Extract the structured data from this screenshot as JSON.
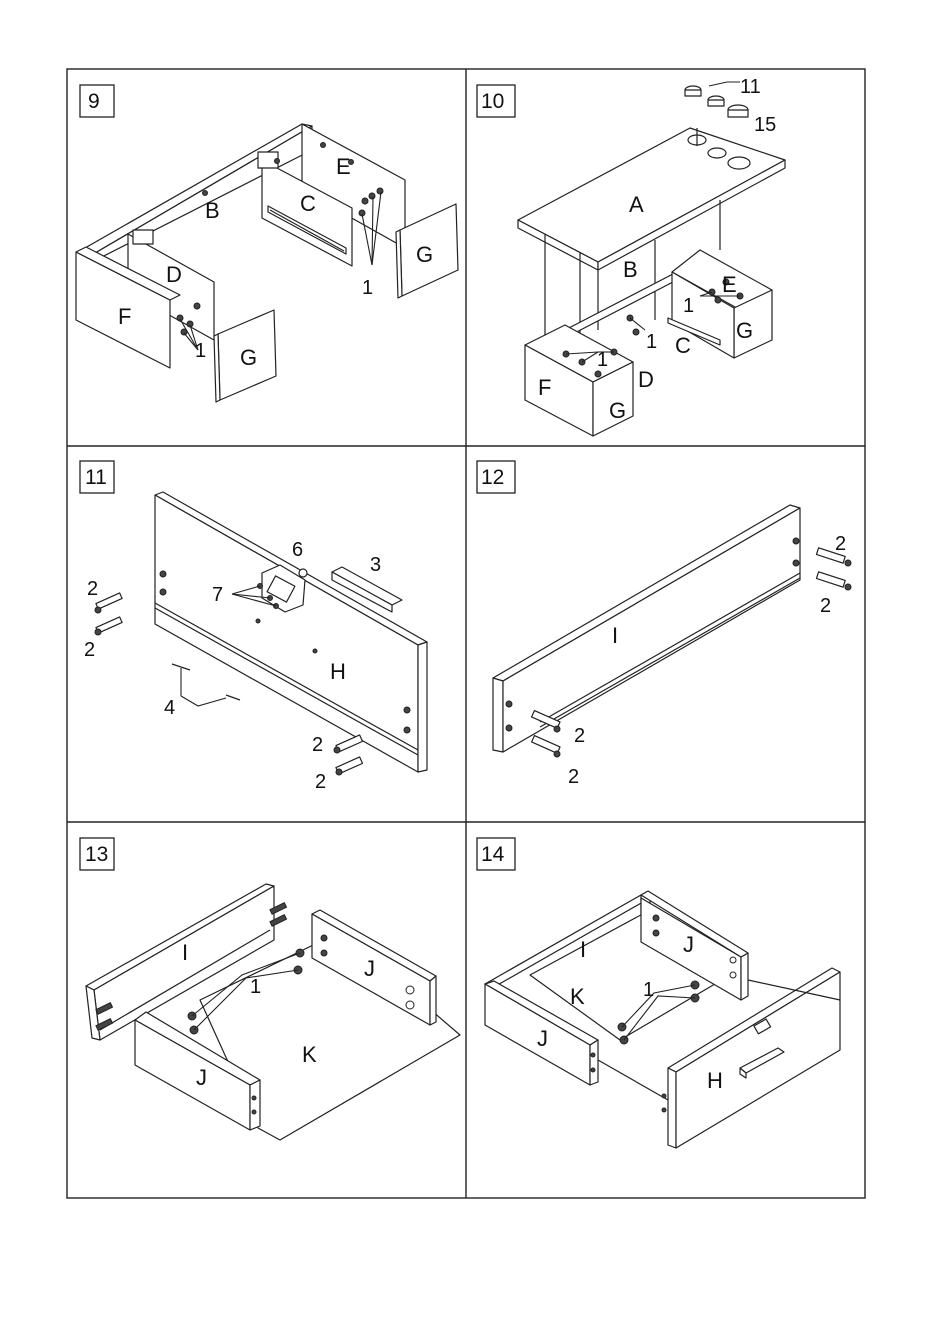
{
  "panels": [
    {
      "step": "9",
      "labels": {
        "e": "E",
        "b": "B",
        "c": "C",
        "d": "D",
        "f": "F",
        "g1": "G",
        "g2": "G",
        "n1a": "1",
        "n1b": "1"
      }
    },
    {
      "step": "10",
      "labels": {
        "n11": "11",
        "n15": "15",
        "a": "A",
        "b": "B",
        "e": "E",
        "n1a": "1",
        "n1b": "1",
        "n1c": "1",
        "g1": "G",
        "c": "C",
        "d": "D",
        "f": "F",
        "g2": "G"
      }
    },
    {
      "step": "11",
      "labels": {
        "n6": "6",
        "n3": "3",
        "n7": "7",
        "n2a": "2",
        "n2b": "2",
        "n2c": "2",
        "n2d": "2",
        "n4": "4",
        "h": "H"
      }
    },
    {
      "step": "12",
      "labels": {
        "i": "I",
        "n2a": "2",
        "n2b": "2",
        "n2c": "2",
        "n2d": "2"
      }
    },
    {
      "step": "13",
      "labels": {
        "i": "I",
        "j1": "J",
        "j2": "J",
        "n1": "1",
        "k": "K"
      }
    },
    {
      "step": "14",
      "labels": {
        "i": "I",
        "j1": "J",
        "j2": "J",
        "k": "K",
        "n1": "1",
        "h": "H"
      }
    }
  ]
}
